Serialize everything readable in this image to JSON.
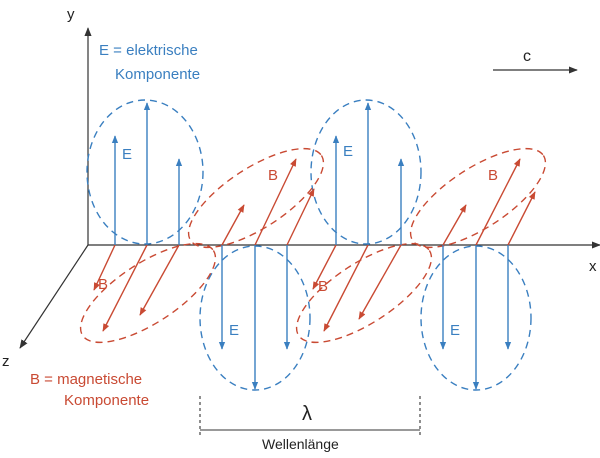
{
  "labels": {
    "y_axis": "y",
    "x_axis": "x",
    "z_axis": "z",
    "speed": "c",
    "e_legend_line1": "E = elektrische",
    "e_legend_line2": "Komponente",
    "b_legend_line1": "B = magnetische",
    "b_legend_line2": "Komponente",
    "e_symbol": "E",
    "b_symbol": "B",
    "lambda": "λ",
    "wavelength": "Wellenlänge"
  },
  "colors": {
    "electric": "#3a7fc0",
    "magnetic": "#c94a33",
    "axis": "#333333",
    "text": "#222222"
  }
}
